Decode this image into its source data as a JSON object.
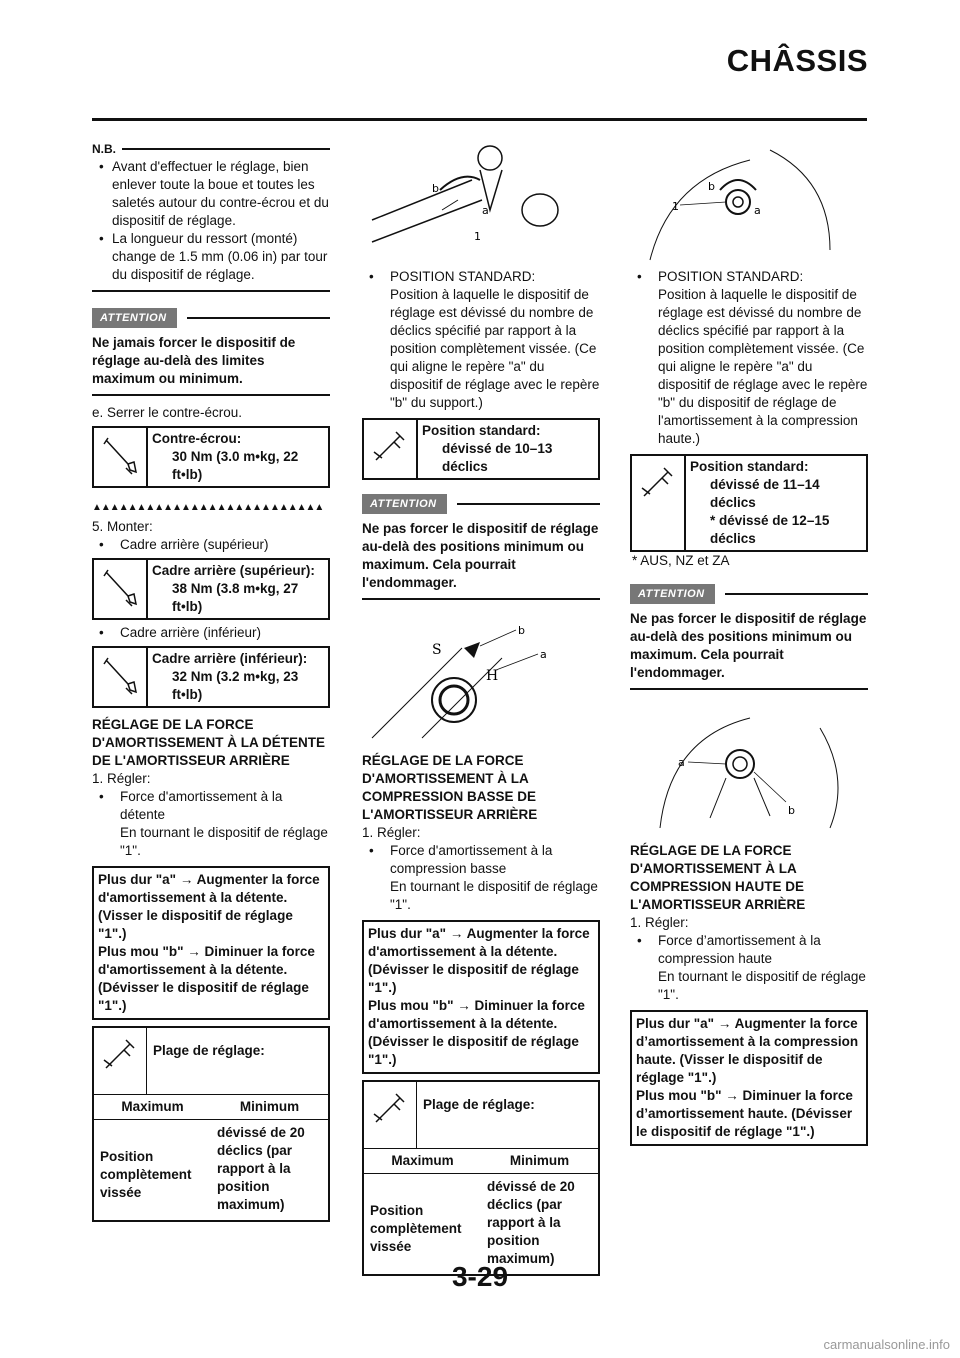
{
  "header": {
    "title": "CHÂSSIS"
  },
  "col1": {
    "nb_label": "N.B.",
    "nb_items": [
      "Avant d'effectuer le réglage, bien enlever toute la boue et toutes les saletés autour du contre-écrou et du dispositif de réglage.",
      "La longueur du ressort (monté) change de 1.5 mm (0.06 in) par tour du dispositif de réglage."
    ],
    "attention_label": "ATTENTION",
    "attention_text": "Ne jamais forcer le dispositif de réglage au-delà des limites maximum ou minimum.",
    "step_e": "e.  Serrer le contre-écrou.",
    "torque1_title": "Contre-écrou:",
    "torque1_value": "30 Nm (3.0 m•kg, 22 ft•lb)",
    "triangles": "▲▲▲▲▲▲▲▲▲▲▲▲▲▲▲▲▲▲▲▲▲▲▲▲▲▲",
    "step5": "5.  Monter:",
    "item_upper": "Cadre arrière (supérieur)",
    "torque2_title": "Cadre arrière (supérieur):",
    "torque2_value": "38 Nm (3.8 m•kg, 27 ft•lb)",
    "item_lower": "Cadre arrière (inférieur)",
    "torque3_title": "Cadre arrière (inférieur):",
    "torque3_value": "32 Nm (3.2 m•kg, 23 ft•lb)",
    "section_title": "RÉGLAGE DE LA FORCE D'AMORTISSEMENT À LA DÉTENTE DE L'AMORTISSEUR ARRIÈRE",
    "step1": "1.  Régler:",
    "item_force": "Force d'amortissement à la détente",
    "turning": "En tournant le dispositif de réglage \"1\".",
    "box_line1": "Plus dur \"a\" → Augmenter la force d'amortissement à la détente. (Visser le dispositif de réglage \"1\".)",
    "box_line2": "Plus mou \"b\" → Diminuer la force d'amortissement à la détente. (Dévisser le dispositif de réglage \"1\".)",
    "range_label": "Plage de réglage:",
    "range_max": "Maximum",
    "range_min": "Minimum",
    "range_max_val": "Position complètement vissée",
    "range_min_val": "dévissé de 20 déclics (par rapport à la position maximum)"
  },
  "col2": {
    "fig_labels": {
      "a": "a",
      "b": "b",
      "one": "1"
    },
    "std_item": "POSITION STANDARD:",
    "std_text": "Position à laquelle le dispositif de réglage est dévissé du nombre de déclics spécifié par rapport à la position complètement vissée. (Ce qui aligne le repère \"a\" du dispositif de réglage avec le repère \"b\" du support.)",
    "pos_title": "Position standard:",
    "pos_value": "dévissé de 10–13 déclics",
    "attention_label": "ATTENTION",
    "attention_text": "Ne pas forcer le dispositif de réglage au-delà des positions minimum ou maximum. Cela pourrait l'endommager.",
    "fig2_letters": {
      "s": "S",
      "h": "H"
    },
    "section_title": "RÉGLAGE DE LA FORCE D'AMORTISSEMENT À LA COMPRESSION BASSE DE L'AMORTISSEUR ARRIÈRE",
    "step1": "1.  Régler:",
    "item_force": "Force d'amortissement à la compression basse",
    "turning": "En tournant le dispositif de réglage \"1\".",
    "box_line1": "Plus dur \"a\" → Augmenter la force d'amortissement à la détente. (Dévisser le dispositif de réglage \"1\".)",
    "box_line2": "Plus mou \"b\" → Diminuer la force d'amortissement à la détente. (Dévisser le dispositif de réglage \"1\".)",
    "range_label": "Plage de réglage:",
    "range_max": "Maximum",
    "range_min": "Minimum",
    "range_max_val": "Position complètement vissée",
    "range_min_val": "dévissé de 20 déclics (par rapport à la position maximum)"
  },
  "col3": {
    "std_item": "POSITION STANDARD:",
    "std_text": "Position à laquelle le dispositif de réglage est dévissé du nombre de déclics spécifié par rapport à la position complètement vissée. (Ce qui aligne le repère \"a\" du dispositif de réglage avec le repère \"b\" du dispositif de réglage de l'amortissement à la compression haute.)",
    "pos_title": "Position standard:",
    "pos_value1": "dévissé de 11–14 déclics",
    "pos_value2": "* dévissé de 12–15 déclics",
    "footnote": "* AUS, NZ et ZA",
    "attention_label": "ATTENTION",
    "attention_text": "Ne pas forcer le dispositif de réglage au-delà des positions minimum ou maximum. Cela pourrait l'endommager.",
    "section_title": "RÉGLAGE DE LA FORCE D'AMORTISSEMENT À LA COMPRESSION HAUTE DE L'AMORTISSEUR ARRIÈRE",
    "step1": "1.  Régler:",
    "item_force": "Force d’amortissement à la compression haute",
    "turning": "En tournant le dispositif de réglage \"1\".",
    "box_line1": "Plus dur \"a\" → Augmenter la force d’amortissement à la compression haute. (Visser le dispositif de réglage \"1\".)",
    "box_line2": "Plus mou \"b\" → Diminuer la force d’amortissement haute. (Dévisser le dispositif de réglage \"1\".)"
  },
  "footer": {
    "page_number": "3-29",
    "watermark": "carmanualsonline.info"
  }
}
